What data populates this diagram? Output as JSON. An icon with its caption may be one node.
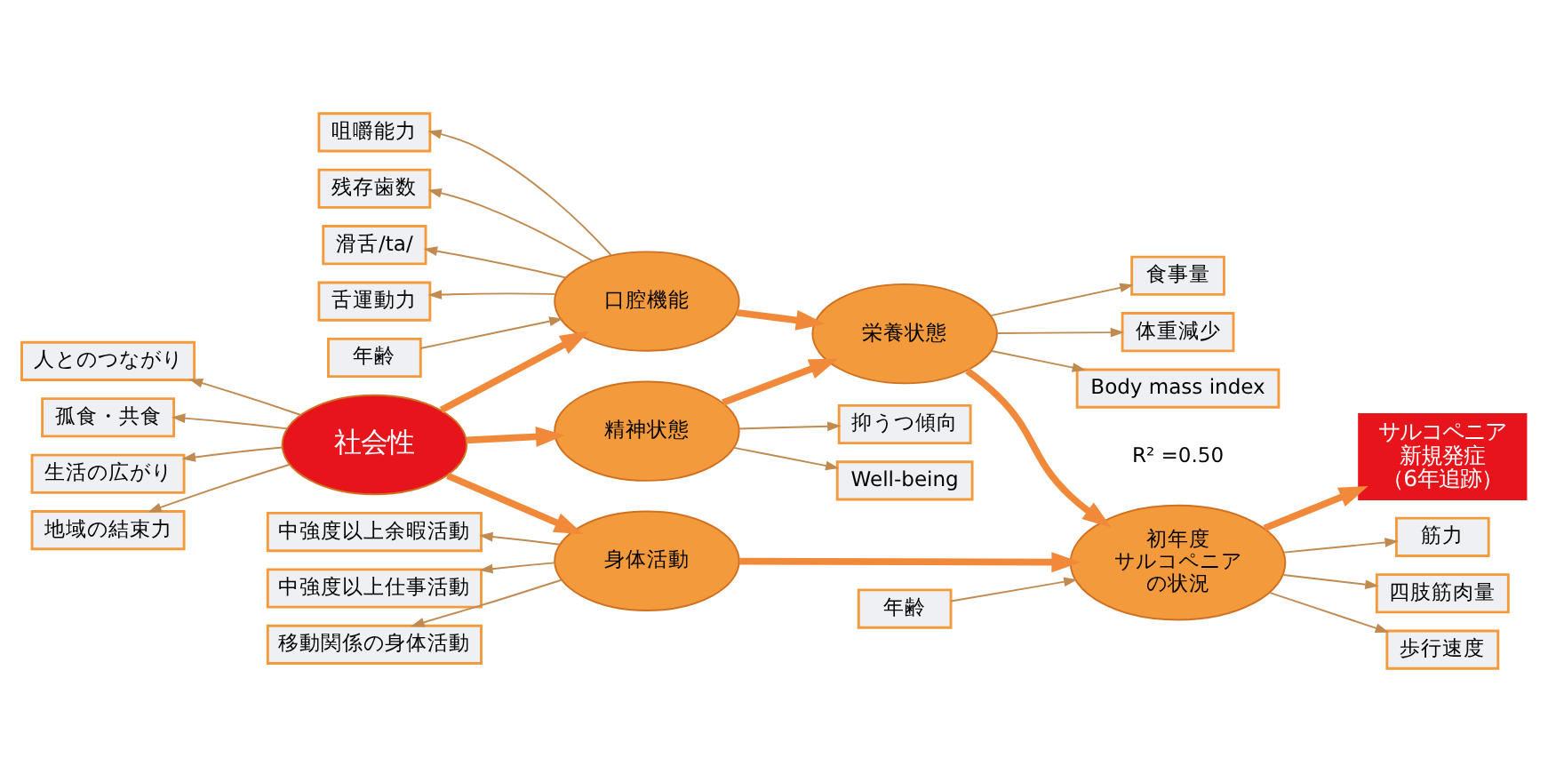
{
  "diagram": {
    "nodes": [
      {
        "text": [
          "咀嚼能力"
        ]
      },
      {
        "text": [
          "残存歯数"
        ]
      },
      {
        "text": [
          "滑舌/ta/"
        ]
      },
      {
        "text": [
          "舌運動力"
        ]
      },
      {
        "text": [
          "年齢"
        ]
      },
      {
        "text": [
          "口腔機能"
        ]
      },
      {
        "text": [
          "栄養状態"
        ]
      },
      {
        "text": [
          "食事量"
        ]
      },
      {
        "text": [
          "体重減少"
        ]
      },
      {
        "text": [
          "Body mass index"
        ]
      },
      {
        "text": [
          "人とのつながり"
        ]
      },
      {
        "text": [
          "孤食・共食"
        ]
      },
      {
        "text": [
          "生活の広がり"
        ]
      },
      {
        "text": [
          "地域の結束力"
        ]
      },
      {
        "text": [
          "社会性"
        ]
      },
      {
        "text": [
          "精神状態"
        ]
      },
      {
        "text": [
          "サルコペニア",
          "新規発症",
          "（6年追跡）"
        ]
      },
      {
        "text": [
          "抑うつ傾向"
        ]
      },
      {
        "text": [
          "Well-being"
        ]
      },
      {
        "text": [
          "中強度以上余暇活動"
        ]
      },
      {
        "text": [
          "中強度以上仕事活動"
        ]
      },
      {
        "text": [
          "移動関係の身体活動"
        ]
      },
      {
        "text": [
          "身体活動"
        ]
      },
      {
        "text": [
          "初年度",
          "サルコペニア",
          "の状況"
        ]
      },
      {
        "text": [
          "年齢"
        ]
      },
      {
        "text": [
          "筋力"
        ]
      },
      {
        "text": [
          "四肢筋肉量"
        ]
      },
      {
        "text": [
          "歩行速度"
        ]
      }
    ],
    "edges": [
      {
        "from": 5,
        "to": 0,
        "arrow": "to"
      },
      {
        "from": 5,
        "to": 1,
        "arrow": "to"
      },
      {
        "from": 5,
        "to": 2,
        "arrow": "to"
      },
      {
        "from": 5,
        "to": 3,
        "arrow": "to"
      },
      {
        "from": 4,
        "to": 5,
        "arrow": "to"
      },
      {
        "from": 5,
        "to": 6,
        "arrow": "to",
        "style": "thick",
        "color": "#f08a3a"
      },
      {
        "from": 6,
        "to": 7,
        "arrow": "to"
      },
      {
        "from": 6,
        "to": 8,
        "arrow": "to"
      },
      {
        "from": 6,
        "to": 9,
        "arrow": "to"
      },
      {
        "from": 14,
        "to": 10,
        "arrow": "to"
      },
      {
        "from": 14,
        "to": 11,
        "arrow": "to"
      },
      {
        "from": 14,
        "to": 12,
        "arrow": "to"
      },
      {
        "from": 14,
        "to": 13,
        "arrow": "to"
      },
      {
        "from": 14,
        "to": 5,
        "arrow": "to",
        "style": "thick",
        "color": "#f08a3a"
      },
      {
        "from": 14,
        "to": 15,
        "arrow": "to",
        "style": "thick",
        "color": "#f08a3a"
      },
      {
        "from": 15,
        "to": 6,
        "arrow": "to",
        "style": "thick",
        "color": "#f08a3a"
      },
      {
        "from": 15,
        "to": 17,
        "arrow": "to"
      },
      {
        "from": 15,
        "to": 18,
        "arrow": "to"
      },
      {
        "from": 14,
        "to": 22,
        "arrow": "to",
        "style": "thick",
        "color": "#f08a3a"
      },
      {
        "from": 6,
        "to": 23,
        "arrow": "to",
        "style": "thick",
        "color": "#f08a3a"
      },
      {
        "from": 22,
        "to": 19,
        "arrow": "to"
      },
      {
        "from": 22,
        "to": 20,
        "arrow": "to"
      },
      {
        "from": 22,
        "to": 21,
        "arrow": "to"
      },
      {
        "from": 22,
        "to": 23,
        "arrow": "to",
        "style": "thick",
        "color": "#f08a3a"
      },
      {
        "from": 23,
        "to": 16,
        "arrow": "to",
        "style": "thick",
        "color": "#f08a3a"
      },
      {
        "from": 24,
        "to": 23,
        "arrow": "to"
      },
      {
        "from": 23,
        "to": 25,
        "arrow": "to"
      },
      {
        "from": 23,
        "to": 26,
        "arrow": "to"
      },
      {
        "from": 23,
        "to": 27,
        "arrow": "to"
      }
    ],
    "labels": [
      "R² =0.50"
    ]
  }
}
